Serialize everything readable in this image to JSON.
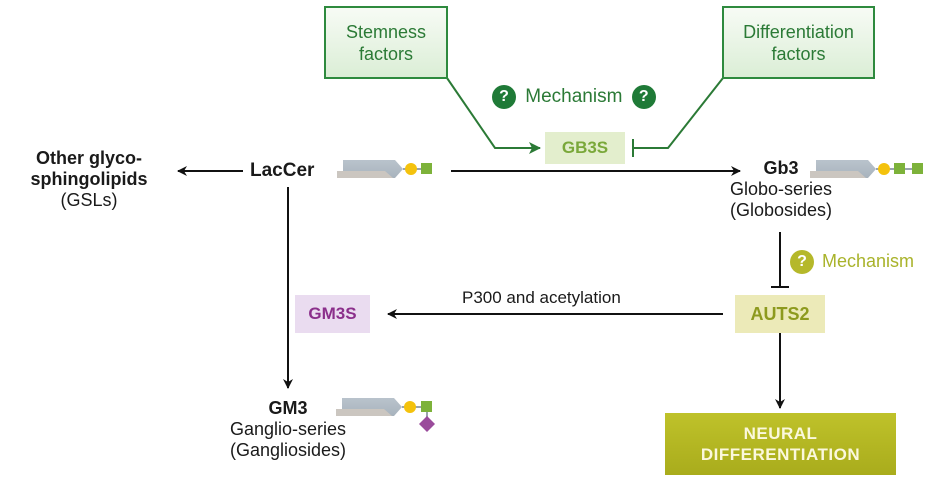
{
  "colors": {
    "green_dark": "#2b7a36",
    "green_fill": "#dbeed6",
    "gb3s_fill": "#e3eecd",
    "gb3s_text": "#7aa83a",
    "olive": "#b5b82a",
    "olive_text": "#a9b32b",
    "auts2_fill": "#eceab8",
    "auts2_text": "#8d9a1e",
    "purple": "#8b2f8b",
    "gm3s_fill": "#eadcf0",
    "glc_yellow": "#f4c20d",
    "gal_green": "#7db23a",
    "sia_purple": "#9a4b9b"
  },
  "factors": {
    "stemness": [
      "Stemness",
      "factors"
    ],
    "differentiation": [
      "Differentiation",
      "factors"
    ]
  },
  "mechanism_top": {
    "label": "Mechanism",
    "icon": "question-icon"
  },
  "mechanism_right": {
    "label": "Mechanism",
    "icon": "question-icon"
  },
  "enzymes": {
    "gb3s": "GB3S",
    "gm3s": "GM3S",
    "auts2": "AUTS2"
  },
  "nodes": {
    "other_gsl": [
      "Other glyco-",
      "sphingolipids",
      "(GSLs)"
    ],
    "laccer": "LacCer",
    "gb3": {
      "name": "Gb3",
      "series": "Globo-series",
      "class": "(Globosides)"
    },
    "gm3": {
      "name": "GM3",
      "series": "Ganglio-series",
      "class": "(Gangliosides)"
    }
  },
  "edge_labels": {
    "auts2_to_gm3s": "P300 and acetylation"
  },
  "outcome": [
    "NEURAL",
    "DIFFERENTIATION"
  ],
  "question_mark": "?"
}
